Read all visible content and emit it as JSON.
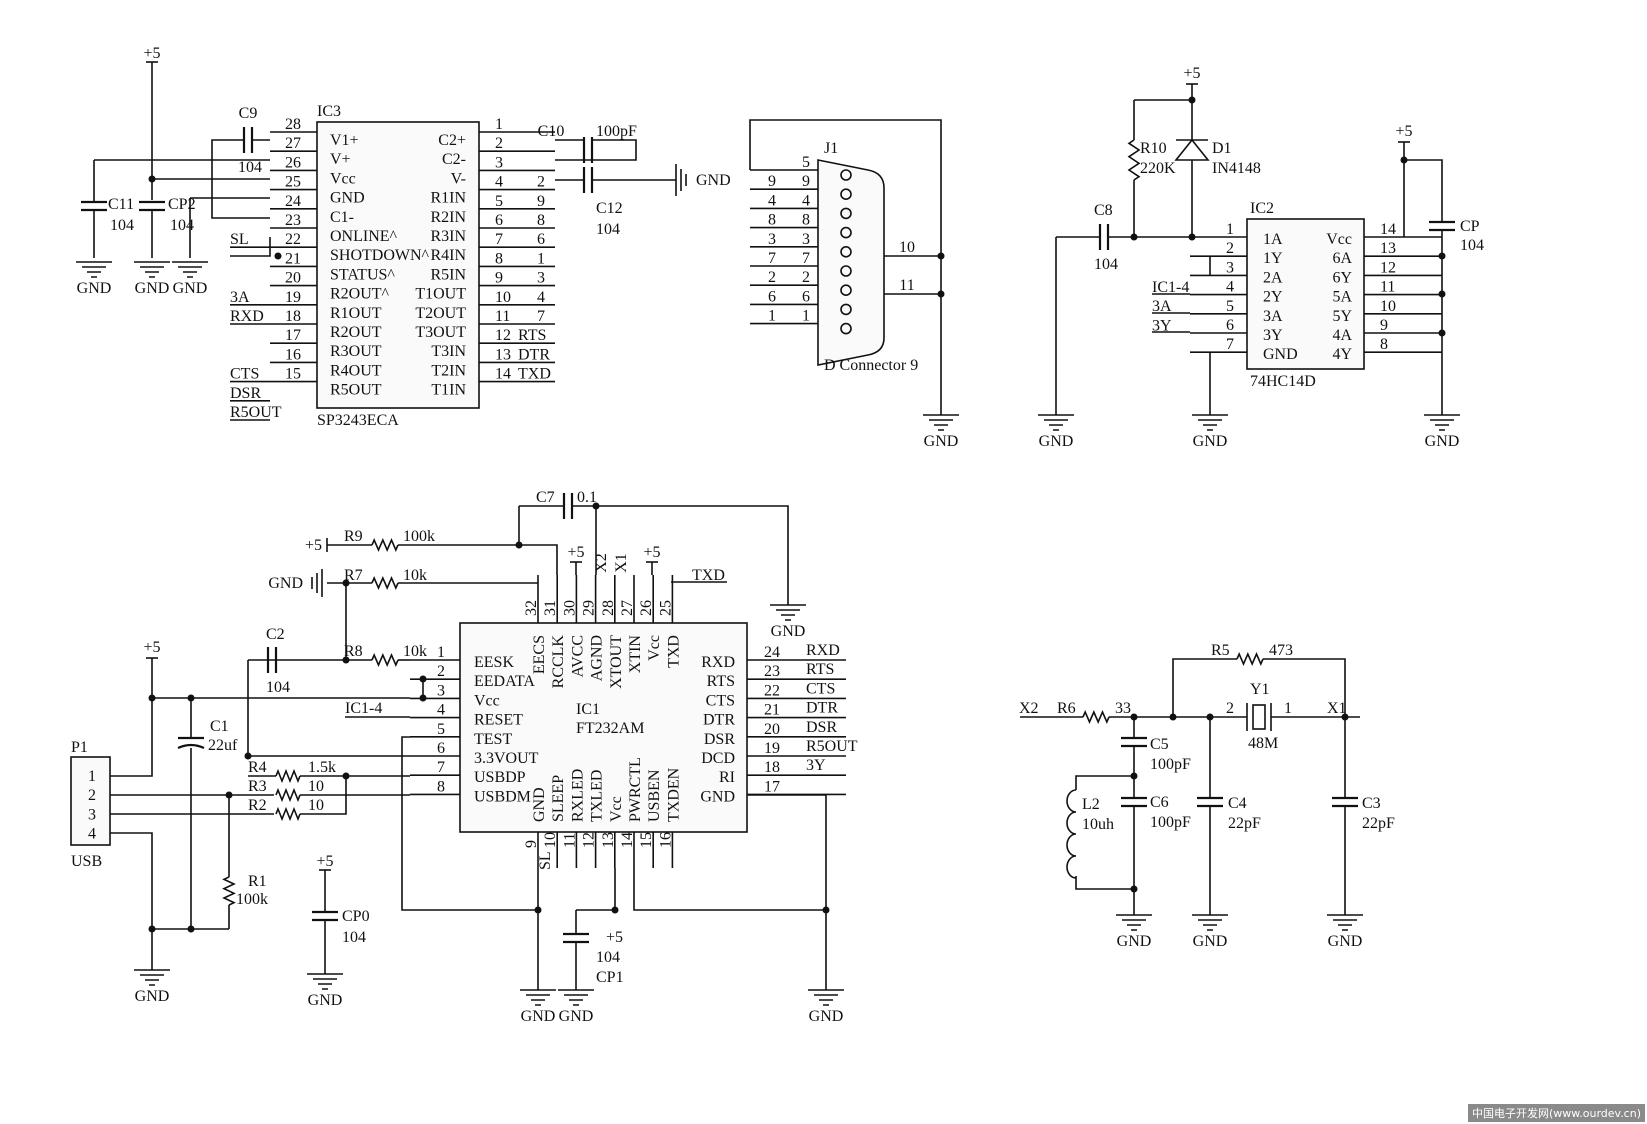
{
  "power": {
    "vcc": "+5",
    "gnd": "GND"
  },
  "ic3": {
    "ref": "IC3",
    "part": "SP3243ECA",
    "left_pins": [
      {
        "num": "28",
        "name": "V1+"
      },
      {
        "num": "27",
        "name": "V+"
      },
      {
        "num": "26",
        "name": "Vcc"
      },
      {
        "num": "25",
        "name": "GND"
      },
      {
        "num": "24",
        "name": "C1-"
      },
      {
        "num": "23",
        "name": "ONLINE^"
      },
      {
        "num": "22",
        "name": "SHOTDOWN^"
      },
      {
        "num": "21",
        "name": "STATUS^"
      },
      {
        "num": "20",
        "name": "R2OUT^"
      },
      {
        "num": "19",
        "name": "R1OUT"
      },
      {
        "num": "18",
        "name": "R2OUT"
      },
      {
        "num": "17",
        "name": "R3OUT"
      },
      {
        "num": "16",
        "name": "R4OUT"
      },
      {
        "num": "15",
        "name": "R5OUT"
      }
    ],
    "right_pins": [
      {
        "num": "1",
        "name": "C2+"
      },
      {
        "num": "2",
        "name": "C2-"
      },
      {
        "num": "3",
        "name": "V-"
      },
      {
        "num": "4",
        "name": "R1IN"
      },
      {
        "num": "5",
        "name": "R2IN"
      },
      {
        "num": "6",
        "name": "R3IN"
      },
      {
        "num": "7",
        "name": "R4IN"
      },
      {
        "num": "8",
        "name": "R5IN"
      },
      {
        "num": "9",
        "name": "T1OUT"
      },
      {
        "num": "10",
        "name": "T2OUT"
      },
      {
        "num": "11",
        "name": "T3OUT"
      },
      {
        "num": "12",
        "name": "T3IN"
      },
      {
        "num": "13",
        "name": "T2IN"
      },
      {
        "num": "14",
        "name": "T1IN"
      }
    ],
    "left_nets": [
      "SL",
      "3A",
      "RXD",
      "CTS",
      "DSR",
      "R5OUT"
    ],
    "right_nets": [
      "2",
      "9",
      "8",
      "6",
      "1",
      "3",
      "4",
      "7",
      "RTS",
      "DTR",
      "TXD"
    ]
  },
  "ic3_caps": {
    "c9": {
      "ref": "C9",
      "value": "104"
    },
    "c10": {
      "ref": "C10",
      "value": "100pF"
    },
    "c11": {
      "ref": "C11",
      "value": "104"
    },
    "cp2": {
      "ref": "CP2",
      "value": "104"
    },
    "c12": {
      "ref": "C12",
      "value": "104"
    }
  },
  "j1": {
    "ref": "J1",
    "part": "D Connector 9",
    "pins": [
      "5",
      "9",
      "4",
      "8",
      "3",
      "7",
      "2",
      "6",
      "1"
    ],
    "nets": [
      "9",
      "4",
      "8",
      "3",
      "7",
      "2",
      "6",
      "1"
    ],
    "shell": [
      "10",
      "11"
    ]
  },
  "ic2": {
    "ref": "IC2",
    "part": "74HC14D",
    "left_pins": [
      {
        "num": "1",
        "name": "1A"
      },
      {
        "num": "2",
        "name": "1Y"
      },
      {
        "num": "3",
        "name": "2A"
      },
      {
        "num": "4",
        "name": "2Y"
      },
      {
        "num": "5",
        "name": "3A"
      },
      {
        "num": "6",
        "name": "3Y"
      },
      {
        "num": "7",
        "name": "GND"
      }
    ],
    "right_pins": [
      {
        "num": "14",
        "name": "Vcc"
      },
      {
        "num": "13",
        "name": "6A"
      },
      {
        "num": "12",
        "name": "6Y"
      },
      {
        "num": "11",
        "name": "5A"
      },
      {
        "num": "10",
        "name": "5Y"
      },
      {
        "num": "9",
        "name": "4A"
      },
      {
        "num": "8",
        "name": "4Y"
      }
    ],
    "left_nets": [
      "IC1-4",
      "3A",
      "3Y"
    ],
    "r10": {
      "ref": "R10",
      "value": "220K"
    },
    "d1": {
      "ref": "D1",
      "value": "IN4148"
    },
    "c8": {
      "ref": "C8",
      "value": "104"
    },
    "cp": {
      "ref": "CP",
      "value": "104"
    }
  },
  "ic1": {
    "ref": "IC1",
    "part": "FT232AM",
    "left_pins": [
      {
        "num": "1",
        "name": "EESK"
      },
      {
        "num": "2",
        "name": "EEDATA"
      },
      {
        "num": "3",
        "name": "Vcc"
      },
      {
        "num": "4",
        "name": "RESET"
      },
      {
        "num": "5",
        "name": "TEST"
      },
      {
        "num": "6",
        "name": "3.3VOUT"
      },
      {
        "num": "7",
        "name": "USBDP"
      },
      {
        "num": "8",
        "name": "USBDM"
      }
    ],
    "right_pins": [
      {
        "num": "24",
        "name": "RXD"
      },
      {
        "num": "23",
        "name": "RTS"
      },
      {
        "num": "22",
        "name": "CTS"
      },
      {
        "num": "21",
        "name": "DTR"
      },
      {
        "num": "20",
        "name": "DSR"
      },
      {
        "num": "19",
        "name": "DCD"
      },
      {
        "num": "18",
        "name": "RI"
      },
      {
        "num": "17",
        "name": "GND"
      }
    ],
    "right_nets": [
      "RXD",
      "RTS",
      "CTS",
      "DTR",
      "DSR",
      "R5OUT",
      "3Y"
    ],
    "top_pins": [
      {
        "num": "32",
        "name": "EECS"
      },
      {
        "num": "31",
        "name": "RCCLK"
      },
      {
        "num": "30",
        "name": "AVCC"
      },
      {
        "num": "29",
        "name": "AGND"
      },
      {
        "num": "28",
        "name": "XTOUT"
      },
      {
        "num": "27",
        "name": "XTIN"
      },
      {
        "num": "26",
        "name": "Vcc"
      },
      {
        "num": "25",
        "name": "TXD"
      }
    ],
    "bottom_pins": [
      {
        "num": "9",
        "name": "GND"
      },
      {
        "num": "10",
        "name": "SLEEP"
      },
      {
        "num": "11",
        "name": "RXLED"
      },
      {
        "num": "12",
        "name": "TXLED"
      },
      {
        "num": "13",
        "name": "Vcc"
      },
      {
        "num": "14",
        "name": "PWRCTL"
      },
      {
        "num": "15",
        "name": "USBEN"
      },
      {
        "num": "16",
        "name": "TXDEN"
      }
    ],
    "top_nets": [
      "X2",
      "X1",
      "TXD"
    ],
    "sl_net": "SL",
    "reset_net": "IC1-4"
  },
  "ic1_parts": {
    "c7": {
      "ref": "C7",
      "value": "0.1"
    },
    "r9": {
      "ref": "R9",
      "value": "100k"
    },
    "r7": {
      "ref": "R7",
      "value": "10k"
    },
    "r8": {
      "ref": "R8",
      "value": "10k"
    },
    "c2": {
      "ref": "C2",
      "value": "104"
    },
    "c1": {
      "ref": "C1",
      "value": "22uf"
    },
    "r4": {
      "ref": "R4",
      "value": "1.5k"
    },
    "r3": {
      "ref": "R3",
      "value": "10"
    },
    "r2": {
      "ref": "R2",
      "value": "10"
    },
    "r1": {
      "ref": "R1",
      "value": "100k"
    },
    "cp0": {
      "ref": "CP0",
      "value": "104"
    },
    "cp1": {
      "ref": "CP1",
      "value": "104"
    },
    "p1": {
      "ref": "P1",
      "name": "USB",
      "pins": [
        "1",
        "2",
        "3",
        "4"
      ]
    }
  },
  "osc": {
    "x2": "X2",
    "x1": "X1",
    "r6": {
      "ref": "R6",
      "value": "33"
    },
    "r5": {
      "ref": "R5",
      "value": "473"
    },
    "y1": {
      "ref": "Y1",
      "value": "48M",
      "pin_a": "2",
      "pin_b": "1"
    },
    "c5": {
      "ref": "C5",
      "value": "100pF"
    },
    "c6": {
      "ref": "C6",
      "value": "100pF"
    },
    "l2": {
      "ref": "L2",
      "value": "10uh"
    },
    "c4": {
      "ref": "C4",
      "value": "22pF"
    },
    "c3": {
      "ref": "C3",
      "value": "22pF"
    }
  },
  "watermark": "中国电子开发网(www.ourdev.cn)"
}
